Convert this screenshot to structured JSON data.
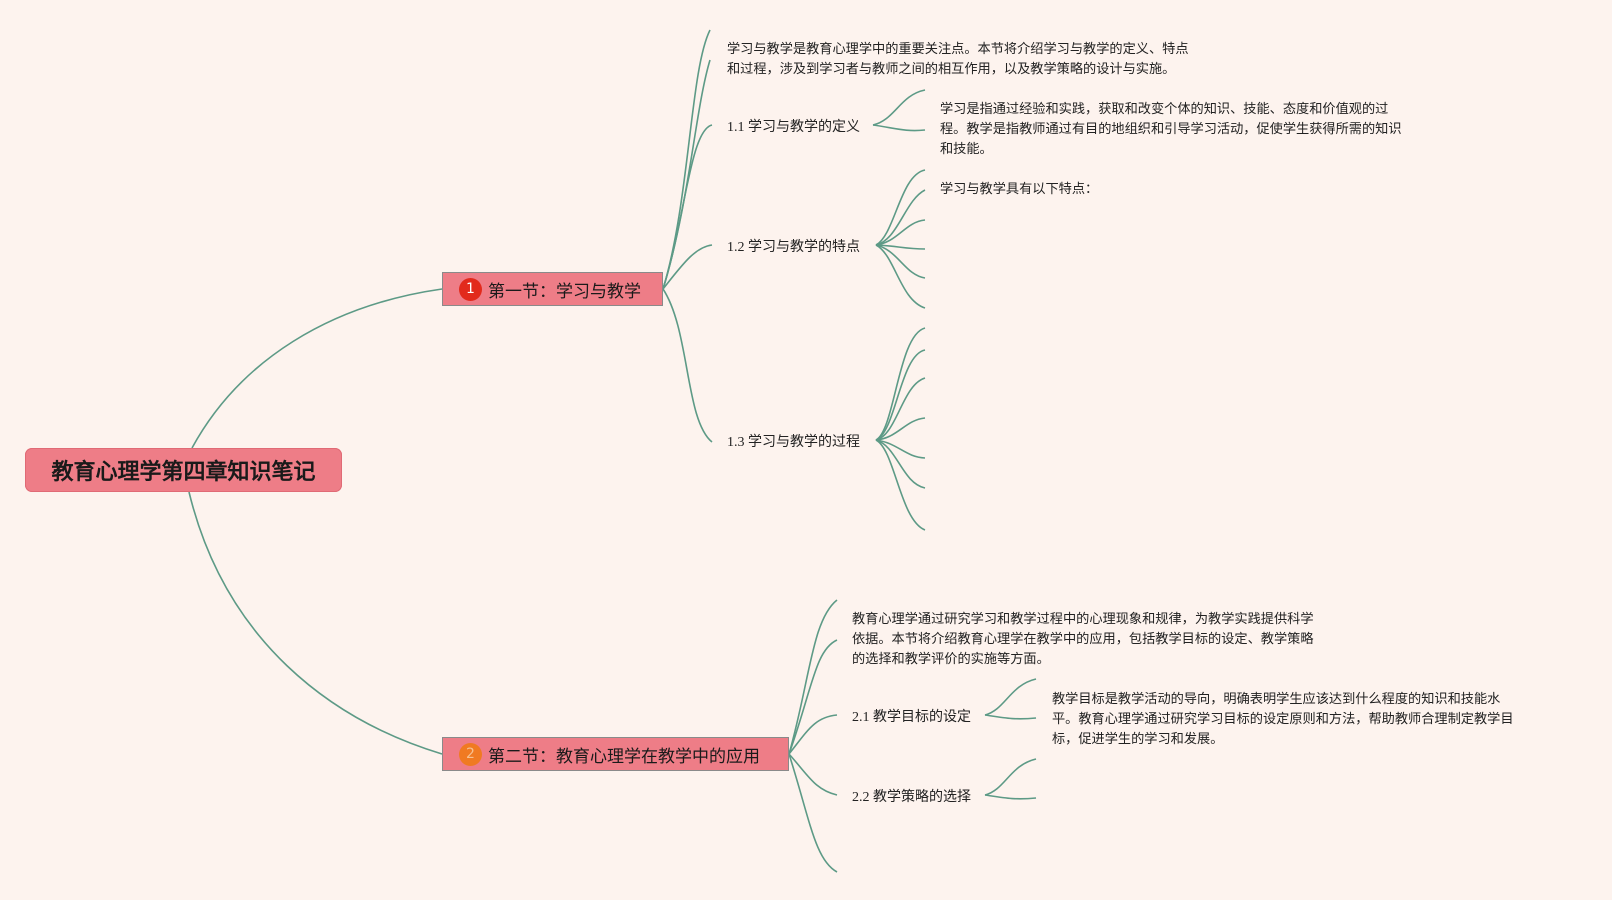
{
  "root": {
    "title": "教育心理学第四章知识笔记"
  },
  "section1": {
    "number": "1",
    "title": "第一节：学习与教学",
    "intro_lines": [
      "学习与教学是教育心理学中的重要关注点。本节将介绍学习与教学的定义、特点",
      "和过程，涉及到学习者与教师之间的相互作用，以及教学策略的设计与实施。"
    ],
    "items": [
      {
        "label": "1.1 学习与教学的定义",
        "detail_lines": [
          "学习是指通过经验和实践，获取和改变个体的知识、技能、态度和价值观的过",
          "程。教学是指教师通过有目的地组织和引导学习活动，促使学生获得所需的知识",
          "和技能。"
        ]
      },
      {
        "label": "1.2 学习与教学的特点",
        "detail_lines": [
          "学习与教学具有以下特点："
        ]
      },
      {
        "label": "1.3 学习与教学的过程"
      }
    ]
  },
  "section2": {
    "number": "2",
    "title": "第二节：教育心理学在教学中的应用",
    "intro_lines": [
      "教育心理学通过研究学习和教学过程中的心理现象和规律，为教学实践提供科学",
      "依据。本节将介绍教育心理学在教学中的应用，包括教学目标的设定、教学策略",
      "的选择和教学评价的实施等方面。"
    ],
    "items": [
      {
        "label": "2.1 教学目标的设定",
        "detail_lines": [
          "教学目标是教学活动的导向，明确表明学生应该达到什么程度的知识和技能水",
          "平。教育心理学通过研究学习目标的设定原则和方法，帮助教师合理制定教学目",
          "标，促进学生的学习和发展。"
        ]
      },
      {
        "label": "2.2 教学策略的选择"
      }
    ]
  },
  "colors": {
    "background": "#fdf3ee",
    "node_fill": "#ee7d87",
    "link": "#5d9a86"
  }
}
